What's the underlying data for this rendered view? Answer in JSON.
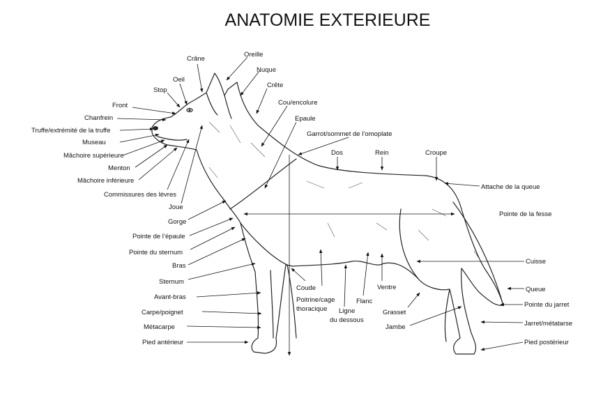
{
  "title": "ANATOMIE EXTERIEURE",
  "labels": {
    "crane": "Crâne",
    "oreille": "Oreille",
    "oeil": "Oeil",
    "nuque": "Nuque",
    "stop": "Stop",
    "crete": "Crête",
    "front": "Front",
    "cou_encolure": "Cou/encolure",
    "chanfrein": "Chanfrein",
    "epaule": "Epaule",
    "truffe": "Truffe/extrémité de la truffe",
    "garrot": "Garrot/sommet de l’omoplate",
    "museau": "Museau",
    "machoire_sup": "Mâchoire supérieure",
    "dos": "Dos",
    "rein": "Rein",
    "croupe": "Croupe",
    "menton": "Menton",
    "machoire_inf": "Mâchoire inférieure",
    "attache_queue": "Attache de la queue",
    "commissures": "Commissures des lèvres",
    "joue": "Joue",
    "pointe_fesse": "Pointe de la fesse",
    "gorge": "Gorge",
    "pointe_epaule": "Pointe de l’épaule",
    "pointe_sternum": "Pointe du sternum",
    "cuisse": "Cuisse",
    "bras": "Bras",
    "sternum": "Sternum",
    "queue": "Queue",
    "avant_bras": "Avant-bras",
    "coude": "Coude",
    "poitrine_1": "Poitrine/cage",
    "poitrine_2": "thoracique",
    "flanc": "Flanc",
    "ventre": "Ventre",
    "pointe_jarret": "Pointe du jarret",
    "carpe": "Carpe/poignet",
    "ligne_1": "Ligne",
    "ligne_2": "du dessous",
    "grasset": "Grasset",
    "metacarpe": "Métacarpe",
    "jambe": "Jambe",
    "jarret_metatarse": "Jarret/métatarse",
    "pied_anterieur": "Pied antérieur",
    "pied_posterieur": "Pied postérieur"
  }
}
